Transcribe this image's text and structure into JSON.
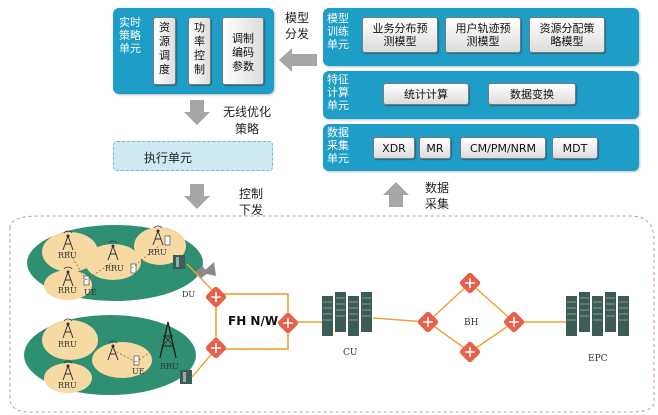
{
  "realtime_policy_unit": {
    "label": "实时策略单元",
    "items": [
      "资源调度",
      "功率控制",
      "调制编码参数"
    ]
  },
  "model_dispatch_label": "模型分发",
  "model_training_unit": {
    "label": "模型训练单元",
    "items": [
      "业务分布预测模型",
      "用户轨迹预测模型",
      "资源分配策略模型"
    ]
  },
  "feature_compute_unit": {
    "label": "特征计算单元",
    "items": [
      "统计计算",
      "数据变换"
    ]
  },
  "data_collection_unit": {
    "label": "数据采集单元",
    "items": [
      "XDR",
      "MR",
      "CM/PM/NRM",
      "MDT"
    ]
  },
  "wireless_strategy_label": "无线优化策略",
  "execution_unit_label": "执行单元",
  "control_dispatch_label": "控制下发",
  "data_collect_label": "数据采集",
  "network": {
    "rru": "RRU",
    "ue": "UE",
    "du": "DU",
    "fh": "FH N/W",
    "cu": "CU",
    "bh": "BH",
    "epc": "EPC"
  },
  "colors": {
    "teal": "#1e9ec6",
    "arrow": "#a6a6a6",
    "router": "#e8604a",
    "link": "#f0a030",
    "server": "#3d5c55",
    "ellipse": "#2e8f72",
    "cell": "#f6d9a3"
  }
}
